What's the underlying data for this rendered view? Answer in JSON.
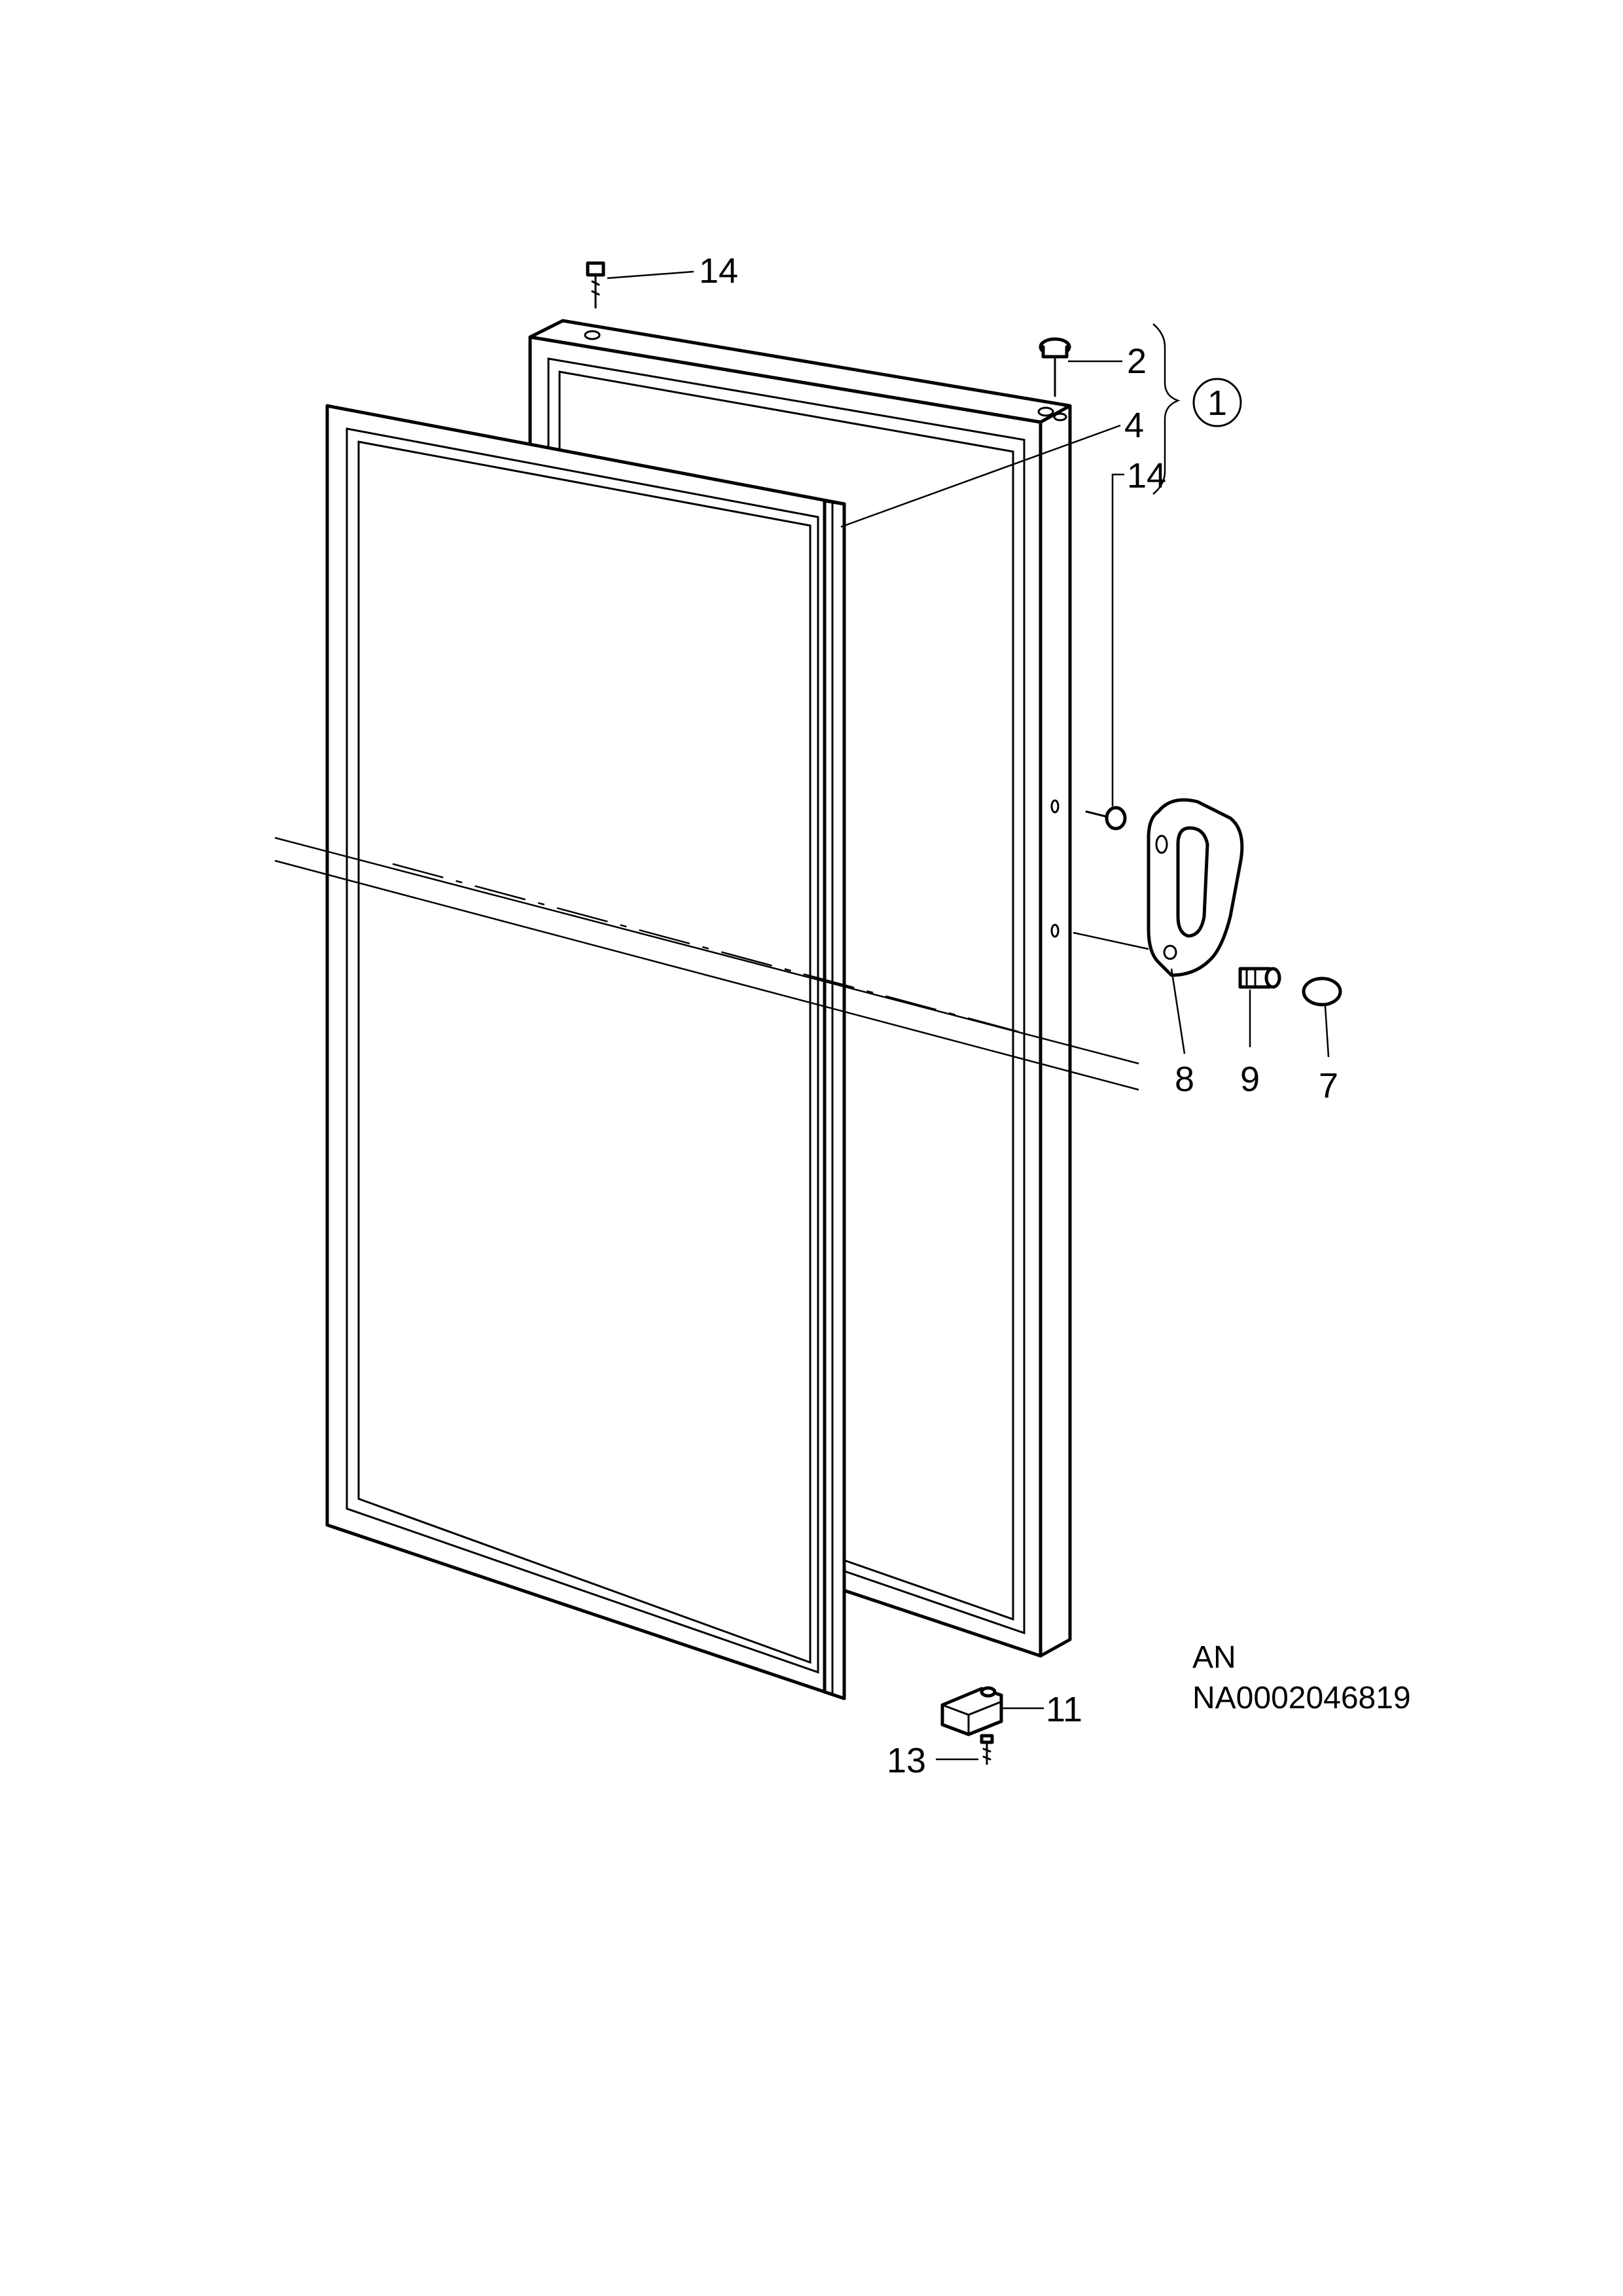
{
  "callouts": {
    "c14_top": "14",
    "c2": "2",
    "c1": "1",
    "c4": "4",
    "c14_mid": "14",
    "c8": "8",
    "c9": "9",
    "c7": "7",
    "c11": "11",
    "c13": "13"
  },
  "reference": {
    "line1": "AN",
    "line2": "NA0002046819"
  }
}
